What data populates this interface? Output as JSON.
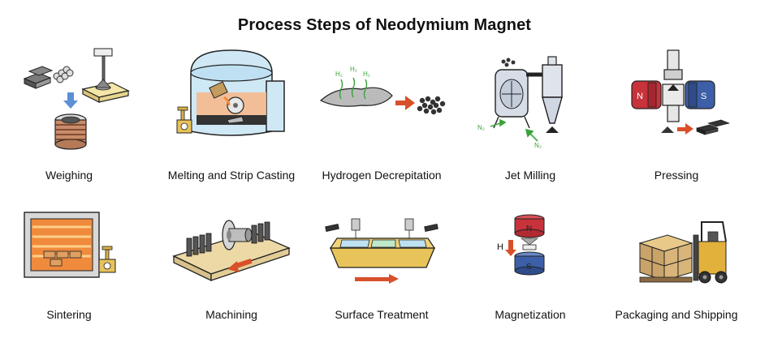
{
  "title": "Process Steps of Neodymium Magnet",
  "steps": [
    {
      "label": "Weighing"
    },
    {
      "label": "Melting and Strip Casting"
    },
    {
      "label": "Hydrogen Decrepitation"
    },
    {
      "label": "Jet Milling"
    },
    {
      "label": "Pressing"
    },
    {
      "label": "Sintering"
    },
    {
      "label": "Machining"
    },
    {
      "label": "Surface Treatment"
    },
    {
      "label": "Magnetization"
    },
    {
      "label": "Packaging and Shipping"
    }
  ],
  "annotations": {
    "h2": "H₂",
    "n2": "N₂",
    "north": "N",
    "south": "S",
    "field": "H"
  },
  "colors": {
    "magnet_red": "#c8323a",
    "magnet_blue": "#3d5fa8",
    "arrow_orange": "#d8502a",
    "flow_blue": "#5b8fd6",
    "gas_green": "#3aa33a",
    "wood": "#e8c98a",
    "furnace_glow": "#f08a3c"
  }
}
